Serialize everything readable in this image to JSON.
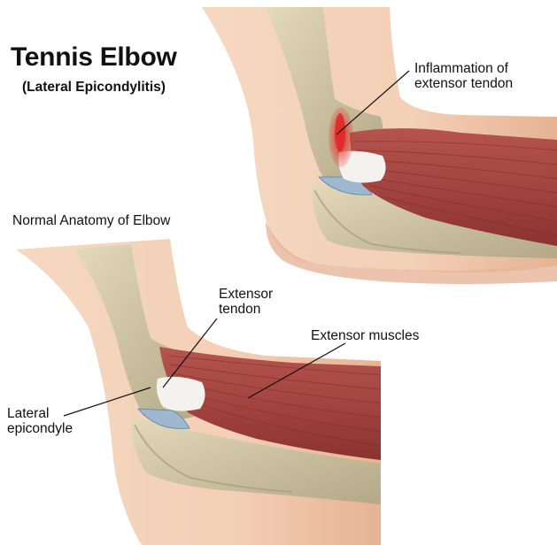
{
  "title": "Tennis Elbow",
  "subtitle": "(Lateral Epicondylitis)",
  "normal_heading": "Normal Anatomy of Elbow",
  "labels": {
    "inflammation": [
      "Inflammation of",
      "extensor tendon"
    ],
    "extensor_tendon": [
      "Extensor",
      "tendon"
    ],
    "extensor_muscles": "Extensor muscles",
    "lateral_epicondyle": [
      "Lateral",
      "epicondyle"
    ]
  },
  "colors": {
    "skin": "#f3cfb5",
    "skin_shadow": "#e3ad8c",
    "bone": "#d6cba7",
    "bone_shadow": "#a59a78",
    "muscle": "#a84843",
    "muscle_dark": "#7b2a28",
    "tendon": "#f4f2ee",
    "cartilage": "#9db8cf",
    "inflammation": "#dc2d2d"
  }
}
